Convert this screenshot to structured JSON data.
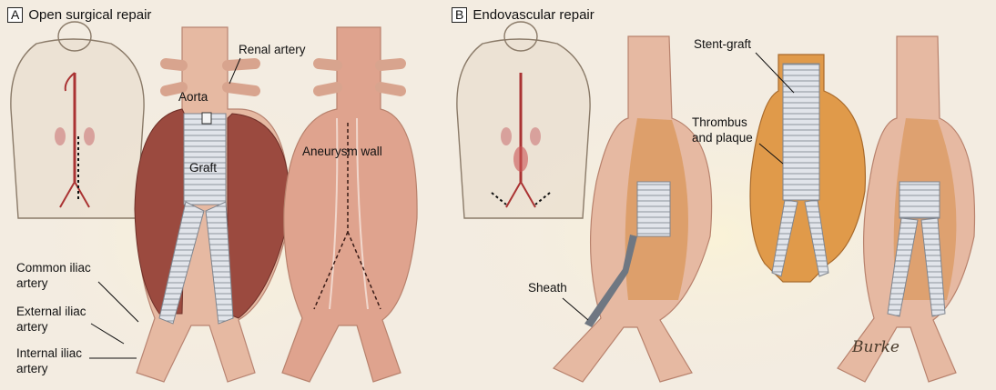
{
  "panels": [
    {
      "letter": "A",
      "title": "Open surgical repair"
    },
    {
      "letter": "B",
      "title": "Endovascular repair"
    }
  ],
  "labels": {
    "renal_artery": "Renal artery",
    "aorta": "Aorta",
    "graft": "Graft",
    "aneurysm_wall": "Aneurysm wall",
    "common_iliac": "Common iliac\nartery",
    "external_iliac": "External iliac\nartery",
    "internal_iliac": "Internal iliac\nartery",
    "stent_graft": "Stent-graft",
    "thrombus": "Thrombus\nand plaque",
    "sheath": "Sheath"
  },
  "signature": "Burke",
  "colors": {
    "background": "#f3ece1",
    "vessel": "#e6b9a2",
    "aneurysm_sac": "#9b4a3f",
    "thrombus": "#d68a3e",
    "graft": "#dfe3ea"
  }
}
